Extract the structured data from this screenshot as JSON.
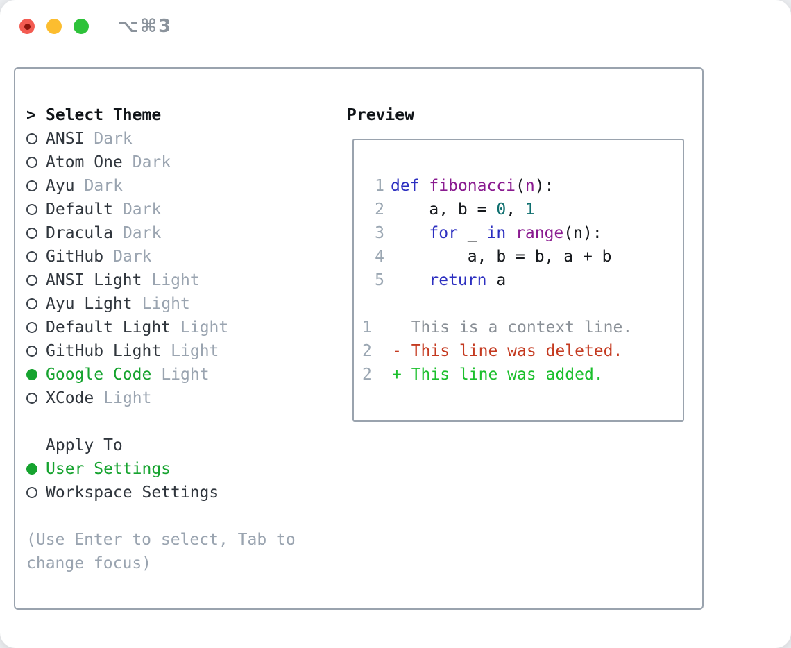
{
  "window": {
    "title": "⌥⌘3"
  },
  "colors": {
    "border": "#9aa3ae",
    "text": "#30363d",
    "heading": "#101418",
    "muted": "#9aa4b0",
    "selected_green": "#16a32f",
    "line_number": "#9aa6b2",
    "keyword_blue": "#2c2fc0",
    "function_purple": "#8a1b90",
    "literal_teal": "#0d6e6e",
    "plain_code": "#16191d",
    "context_gray": "#8a9097",
    "deleted_red": "#c43a20",
    "added_green": "#1bbf2c",
    "traffic_red": "#f35b51",
    "traffic_red_dot": "#8c150c",
    "traffic_yellow": "#fcbd2f",
    "traffic_green": "#2ec23a"
  },
  "theme_list": {
    "prompt": ">",
    "header": "Select Theme",
    "items": [
      {
        "name": "ANSI",
        "variant": "Dark",
        "selected": false
      },
      {
        "name": "Atom One",
        "variant": "Dark",
        "selected": false
      },
      {
        "name": "Ayu",
        "variant": "Dark",
        "selected": false
      },
      {
        "name": "Default",
        "variant": "Dark",
        "selected": false
      },
      {
        "name": "Dracula",
        "variant": "Dark",
        "selected": false
      },
      {
        "name": "GitHub",
        "variant": "Dark",
        "selected": false
      },
      {
        "name": "ANSI Light",
        "variant": "Light",
        "selected": false
      },
      {
        "name": "Ayu Light",
        "variant": "Light",
        "selected": false
      },
      {
        "name": "Default Light",
        "variant": "Light",
        "selected": false
      },
      {
        "name": "GitHub Light",
        "variant": "Light",
        "selected": false
      },
      {
        "name": "Google Code",
        "variant": "Light",
        "selected": true
      },
      {
        "name": "XCode",
        "variant": "Light",
        "selected": false
      }
    ]
  },
  "apply_to": {
    "header": "Apply To",
    "options": [
      {
        "label": "User Settings",
        "selected": true
      },
      {
        "label": "Workspace Settings",
        "selected": false
      }
    ]
  },
  "help_text": "(Use Enter to select, Tab to change focus)",
  "preview": {
    "header": "Preview",
    "lines": [
      {
        "type": "code",
        "num": "1",
        "segments": [
          [
            "kw",
            "def"
          ],
          [
            "pl",
            " "
          ],
          [
            "fn",
            "fibonacci"
          ],
          [
            "pl",
            "("
          ],
          [
            "fn",
            "n"
          ],
          [
            "pl",
            "):"
          ]
        ]
      },
      {
        "type": "code",
        "num": "2",
        "segments": [
          [
            "pl",
            "    a, b = "
          ],
          [
            "lit",
            "0"
          ],
          [
            "pl",
            ", "
          ],
          [
            "lit",
            "1"
          ]
        ]
      },
      {
        "type": "code",
        "num": "3",
        "segments": [
          [
            "pl",
            "    "
          ],
          [
            "kw",
            "for"
          ],
          [
            "pl",
            " _ "
          ],
          [
            "kw",
            "in"
          ],
          [
            "pl",
            " "
          ],
          [
            "fn",
            "range"
          ],
          [
            "pl",
            "(n):"
          ]
        ]
      },
      {
        "type": "code",
        "num": "4",
        "segments": [
          [
            "pl",
            "        a, b = b, a + b"
          ]
        ]
      },
      {
        "type": "code",
        "num": "5",
        "segments": [
          [
            "pl",
            "    "
          ],
          [
            "kw",
            "return"
          ],
          [
            "pl",
            " a"
          ]
        ]
      },
      {
        "type": "blank",
        "num": "",
        "segments": []
      },
      {
        "type": "diff",
        "num": "1",
        "segments": [
          [
            "ctx",
            "  This is a context line."
          ]
        ]
      },
      {
        "type": "diff",
        "num": "2",
        "segments": [
          [
            "del",
            "- This line was deleted."
          ]
        ]
      },
      {
        "type": "diff",
        "num": "2",
        "segments": [
          [
            "add",
            "+ This line was added."
          ]
        ]
      }
    ]
  }
}
